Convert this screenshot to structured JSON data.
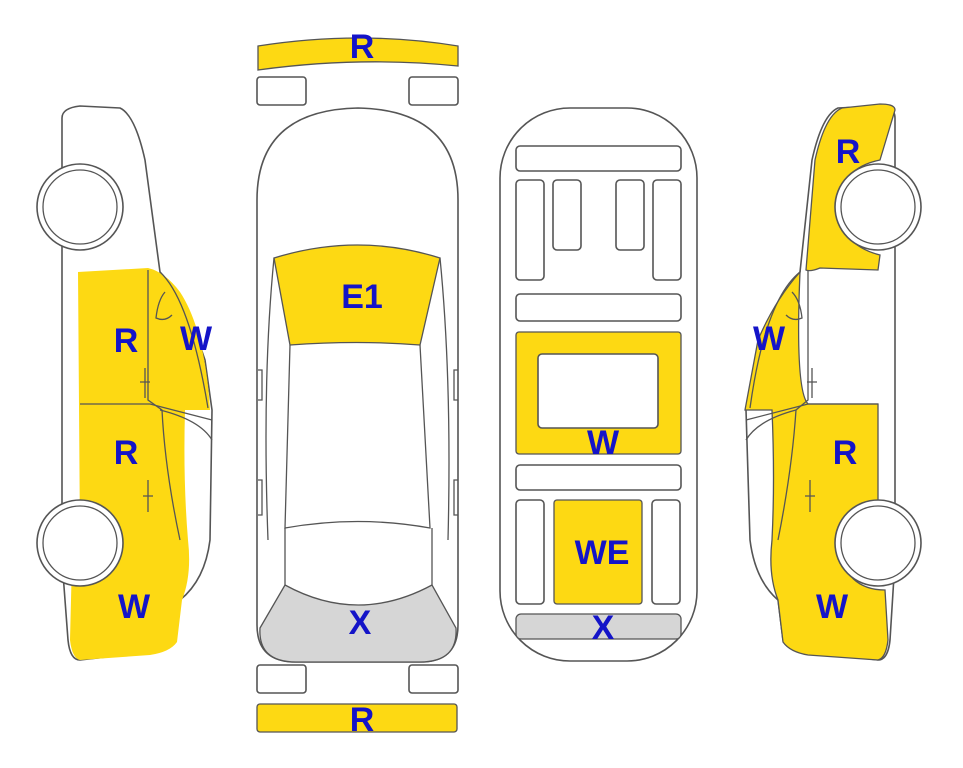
{
  "colors": {
    "damage_fill": "#FDD913",
    "marked_grey": "#D6D6D6",
    "label_color": "#1414C8",
    "outline": "#555555",
    "background": "#FFFFFF"
  },
  "labels": {
    "front_bumper": "R",
    "rear_bumper": "R",
    "windshield": "E1",
    "rear_window_top": "X",
    "trunk_floor": "W",
    "spare_area": "WE",
    "rear_edge_bottom": "X",
    "left_front_door": "R",
    "left_rear_door": "R",
    "left_a_pillar": "W",
    "left_rear_quarter": "W",
    "right_front_fender": "R",
    "right_a_pillar": "W",
    "right_rear_door": "R",
    "right_rear_quarter": "W"
  }
}
